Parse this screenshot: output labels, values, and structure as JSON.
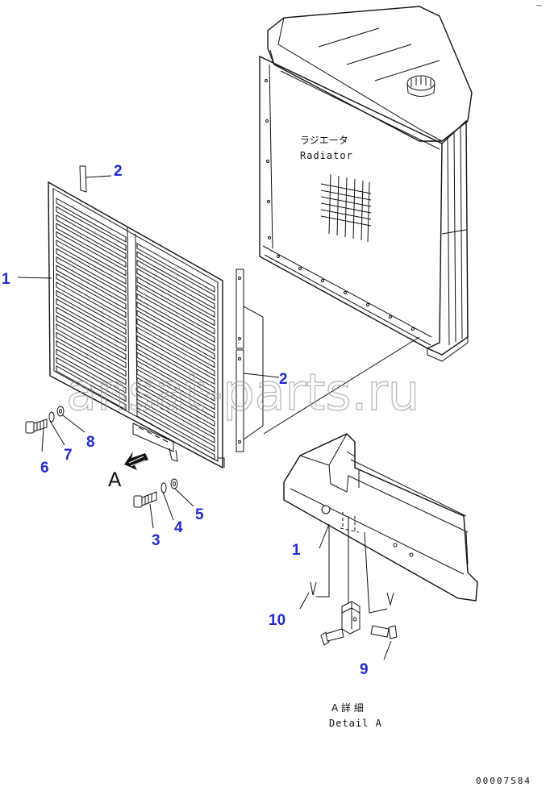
{
  "radiator": {
    "label_jp": "ラジエータ",
    "label_en": "Radiator"
  },
  "callouts": {
    "c1_main": "1",
    "c2_top": "2",
    "c2_side": "2",
    "c3": "3",
    "c4": "4",
    "c5": "5",
    "c6": "6",
    "c7": "7",
    "c8": "8",
    "c1_detail": "1",
    "c9": "9",
    "c10": "10"
  },
  "view_marker": "A",
  "detail": {
    "label_jp": "A 詳 細",
    "label_en": "Detail A"
  },
  "watermark": "ansat-parts.ru",
  "drawing_number": "00007584",
  "corner_mark": "~"
}
